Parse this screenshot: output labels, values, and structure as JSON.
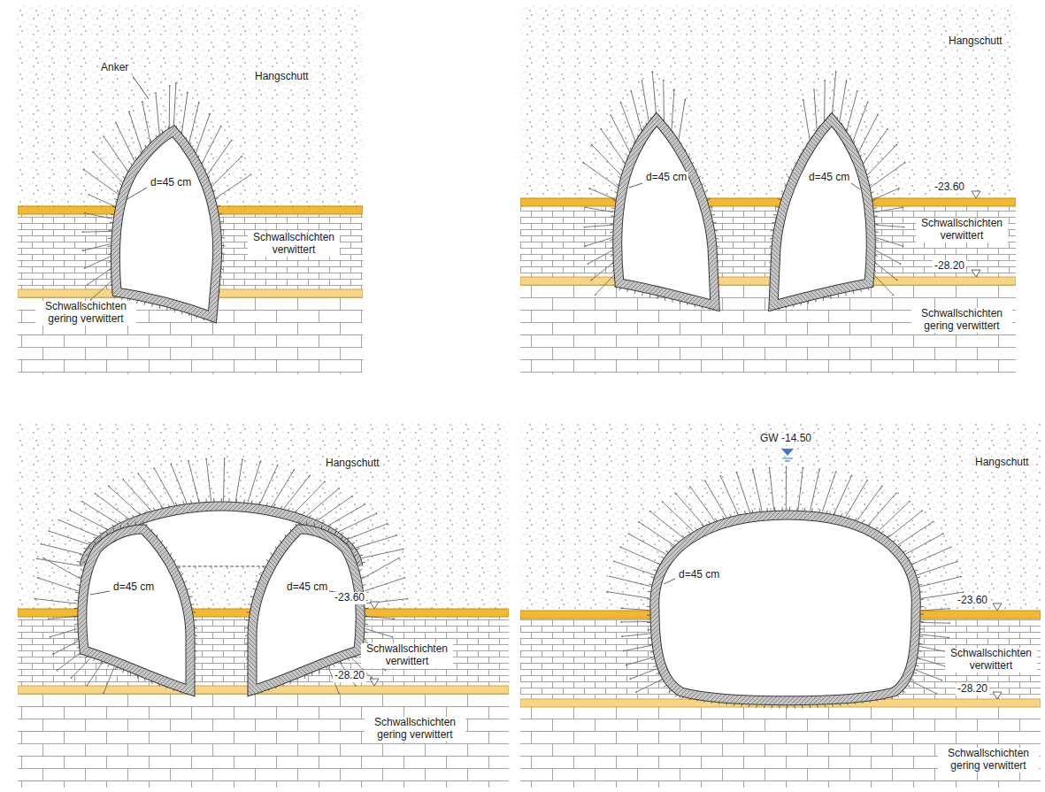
{
  "diagram": {
    "labels": [
      "Anker",
      "Hangschutt",
      "d=45 cm",
      "Schwallschichten verwittert",
      "Schwallschichten gering verwittert",
      "Hangschutt",
      "d=45 cm",
      "d=45 cm",
      "-23.60",
      "Schwallschichten verwittert",
      "-28.20",
      "Schwallschichten gering verwittert",
      "Hangschutt",
      "d=45 cm",
      "d=45 cm",
      "-23.60",
      "Schwallschichten verwittert",
      "-28.20",
      "Schwallschichten gering verwittert",
      "GW -14.50",
      "Hangschutt",
      "d=45 cm",
      "-23.60",
      "Schwallschichten verwittert",
      "-28.20",
      "Schwallschichten gering verwittert"
    ]
  }
}
